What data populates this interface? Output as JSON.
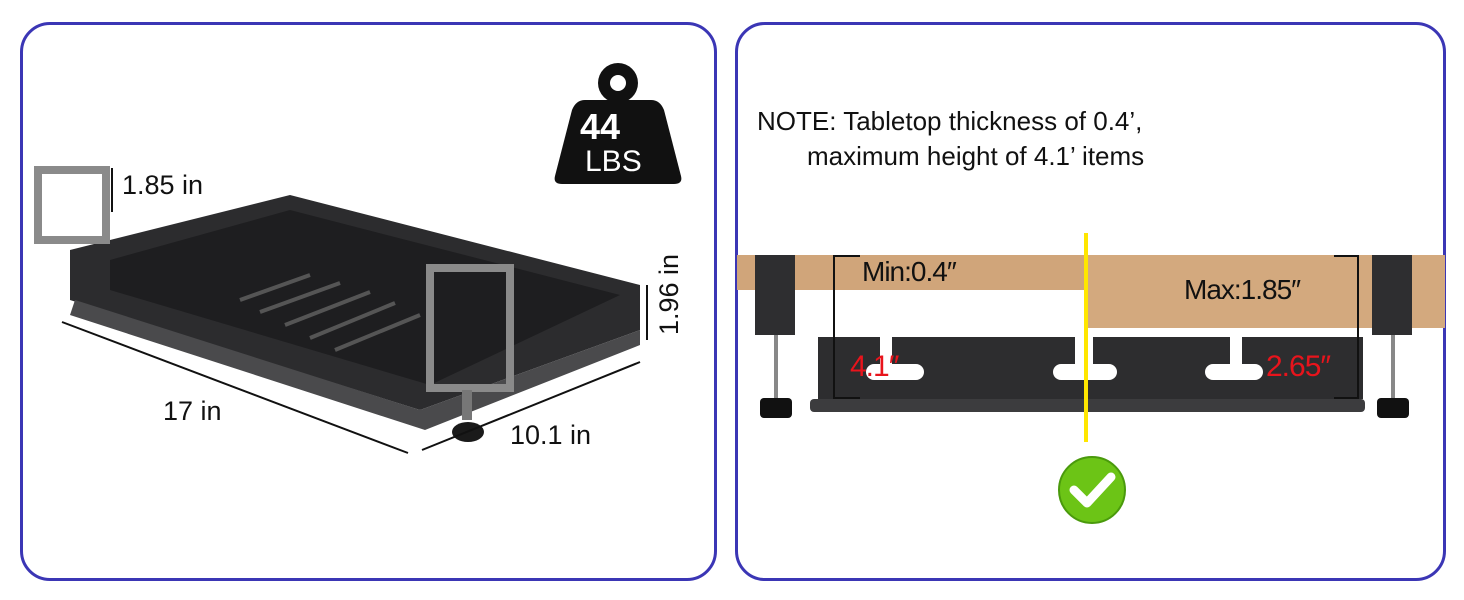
{
  "left_panel": {
    "weight": {
      "value": "44",
      "unit": "LBS"
    },
    "dimensions": {
      "clamp_height": "1.85 in",
      "depth_height": "1.96 in",
      "length": "17 in",
      "width": "10.1 in"
    }
  },
  "right_panel": {
    "note_line1": "NOTE: Tabletop thickness of 0.4’,",
    "note_line2": "maximum height of 4.1’ items",
    "min_label": "Min:0.4″",
    "max_label": "Max:1.85″",
    "left_item_height": "4.1″",
    "right_item_height": "2.65″",
    "colors": {
      "accent_line": "#ffe600",
      "check": "#6cc416",
      "red_text": "#e8141c",
      "border": "#3b36b5"
    }
  }
}
